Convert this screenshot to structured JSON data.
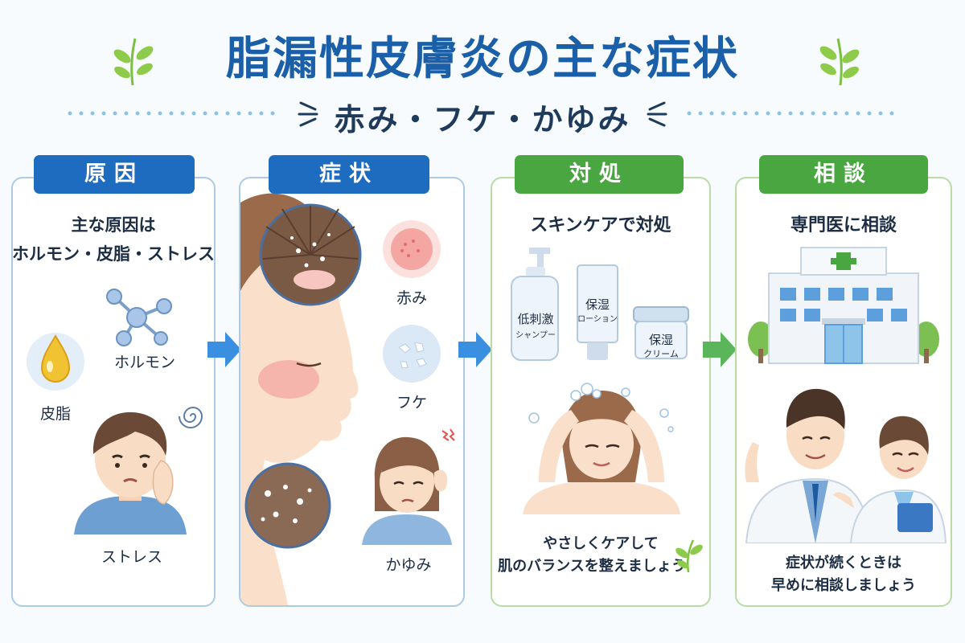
{
  "title": "脂漏性皮膚炎の主な症状",
  "subtitle": "赤み・フケ・かゆみ",
  "sections": [
    {
      "tag": "原因",
      "heading_line1": "主な原因は",
      "heading_line2": "ホルモン・皮脂・ストレス",
      "labels": {
        "hormone": "ホルモン",
        "sebum": "皮脂",
        "stress": "ストレス"
      }
    },
    {
      "tag": "症状",
      "labels": {
        "redness": "赤み",
        "dandruff": "フケ",
        "itch": "かゆみ"
      }
    },
    {
      "tag": "対処",
      "heading": "スキンケアで対処",
      "products": {
        "shampoo_line1": "低刺激",
        "shampoo_line2": "シャンプー",
        "lotion_line1": "保湿",
        "lotion_line2": "ローション",
        "cream_line1": "保湿",
        "cream_line2": "クリーム"
      },
      "note_line1": "やさしくケアして",
      "note_line2": "肌のバランスを整えましょう"
    },
    {
      "tag": "相談",
      "heading": "専門医に相談",
      "note_line1": "症状が続くときは",
      "note_line2": "早めに相談しましょう"
    }
  ],
  "colors": {
    "blue": "#1e6cc0",
    "green": "#4aa640",
    "title": "#1a5fa8"
  }
}
